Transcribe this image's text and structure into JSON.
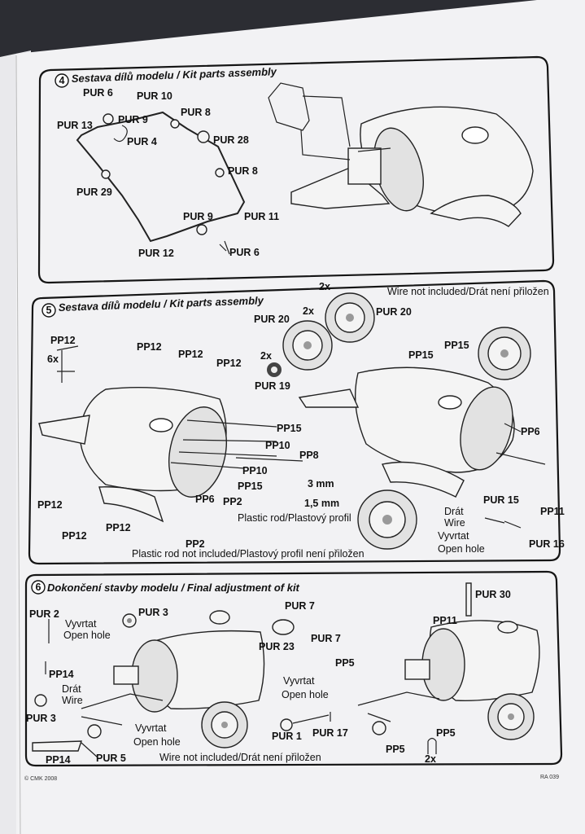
{
  "page": {
    "background": "#2c2d33",
    "paper": "#f2f2f4",
    "ink": "#151515"
  },
  "step4": {
    "number": "4",
    "title": "Sestava dílů modelu / Kit parts assembly",
    "labels": [
      "PUR 6",
      "PUR 10",
      "PUR 13",
      "PUR 9",
      "PUR 8",
      "PUR 4",
      "PUR 28",
      "PUR 8",
      "PUR 29",
      "PUR 9",
      "PUR 11",
      "PUR 12",
      "PUR 6"
    ]
  },
  "step5": {
    "number": "5",
    "title": "Sestava dílů modelu / Kit parts assembly",
    "note_top": "Wire not included/Drát není přiložen",
    "labels": [
      "2x",
      "PUR 20",
      "2x",
      "PUR 20",
      "PP12",
      "6x",
      "PP12",
      "PP12",
      "PP12",
      "2x",
      "PUR 19",
      "PP15",
      "PP15",
      "PP15",
      "PP10",
      "PP8",
      "PP6",
      "PP10",
      "3 mm",
      "PP15",
      "1,5 mm",
      "PP6",
      "PP2",
      "Plastic rod/Plastový profil",
      "PP12",
      "PP12",
      "PP12",
      "PP2",
      "PUR 15",
      "PP11",
      "Drát",
      "Wire",
      "Vyvrtat",
      "Open hole",
      "PUR 16"
    ],
    "note_bottom": "Plastic rod not included/Plastový profil není přiložen"
  },
  "step6": {
    "number": "6",
    "title": "Dokončení stavby modelu / Final adjustment of kit",
    "labels": [
      "PUR 3",
      "PUR 2",
      "Vyvrtat",
      "Open hole",
      "PUR 7",
      "PUR 30",
      "PP11",
      "PUR 7",
      "PUR 23",
      "PP14",
      "PP5",
      "Drát",
      "Wire",
      "Vyvrtat",
      "Open hole",
      "PUR 3",
      "Vyvrtat",
      "Open hole",
      "PUR 1",
      "PUR 17",
      "PP5",
      "PP5",
      "PP14",
      "PUR 5",
      "2x"
    ],
    "note_bottom": "Wire not included/Drát není přiložen"
  },
  "footer": {
    "copyright": "© CMK 2008",
    "code": "RA 039"
  }
}
